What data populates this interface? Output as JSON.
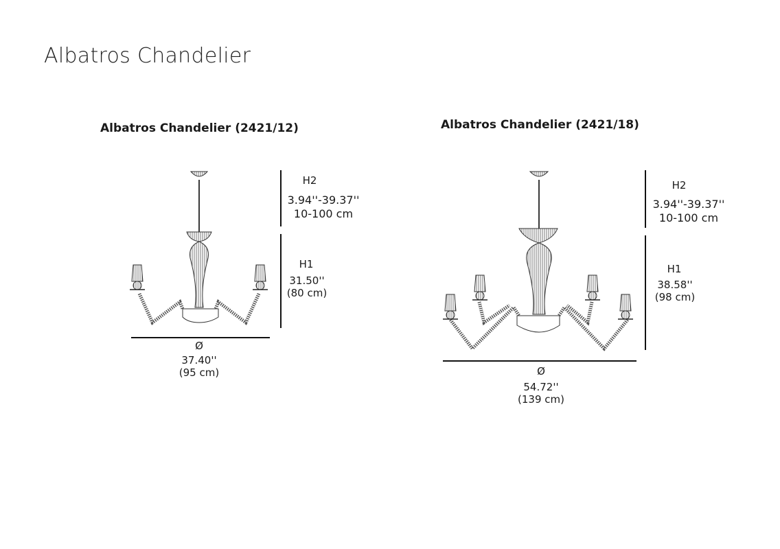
{
  "page": {
    "title": "Albatros Chandelier"
  },
  "models": [
    {
      "name": "Albatros Chandelier (2421/12)",
      "h2_label": "H2",
      "h2_in": "3.94''-39.37''",
      "h2_cm": "10-100 cm",
      "h1_label": "H1",
      "h1_in": "31.50''",
      "h1_cm": "(80 cm)",
      "dia_symbol": "Ø",
      "dia_in": "37.40''",
      "dia_cm": "(95 cm)"
    },
    {
      "name": "Albatros Chandelier (2421/18)",
      "h2_label": "H2",
      "h2_in": "3.94''-39.37''",
      "h2_cm": "10-100 cm",
      "h1_label": "H1",
      "h1_in": "38.58''",
      "h1_cm": "(98 cm)",
      "dia_symbol": "Ø",
      "dia_in": "54.72''",
      "dia_cm": "(139 cm)"
    }
  ]
}
